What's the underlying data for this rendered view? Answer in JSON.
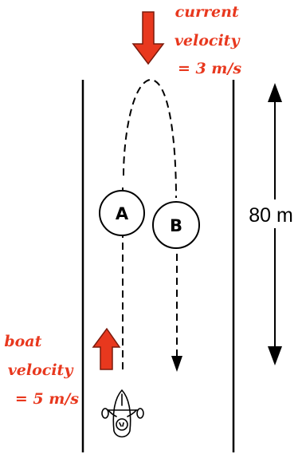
{
  "current_label": [
    "current",
    "velocity",
    "= 3 m/s"
  ],
  "boat_label": [
    "boat",
    "velocity",
    "= 5 m/s"
  ],
  "point_a": "A",
  "point_b": "B",
  "distance": "80 m",
  "colors": {
    "arrow_fill": "#e8381e",
    "arrow_stroke": "#7a1a0c",
    "label_red": "#e8381e",
    "ink": "#000000"
  },
  "icons": {
    "boat": "kayak-with-paddler-icon"
  }
}
